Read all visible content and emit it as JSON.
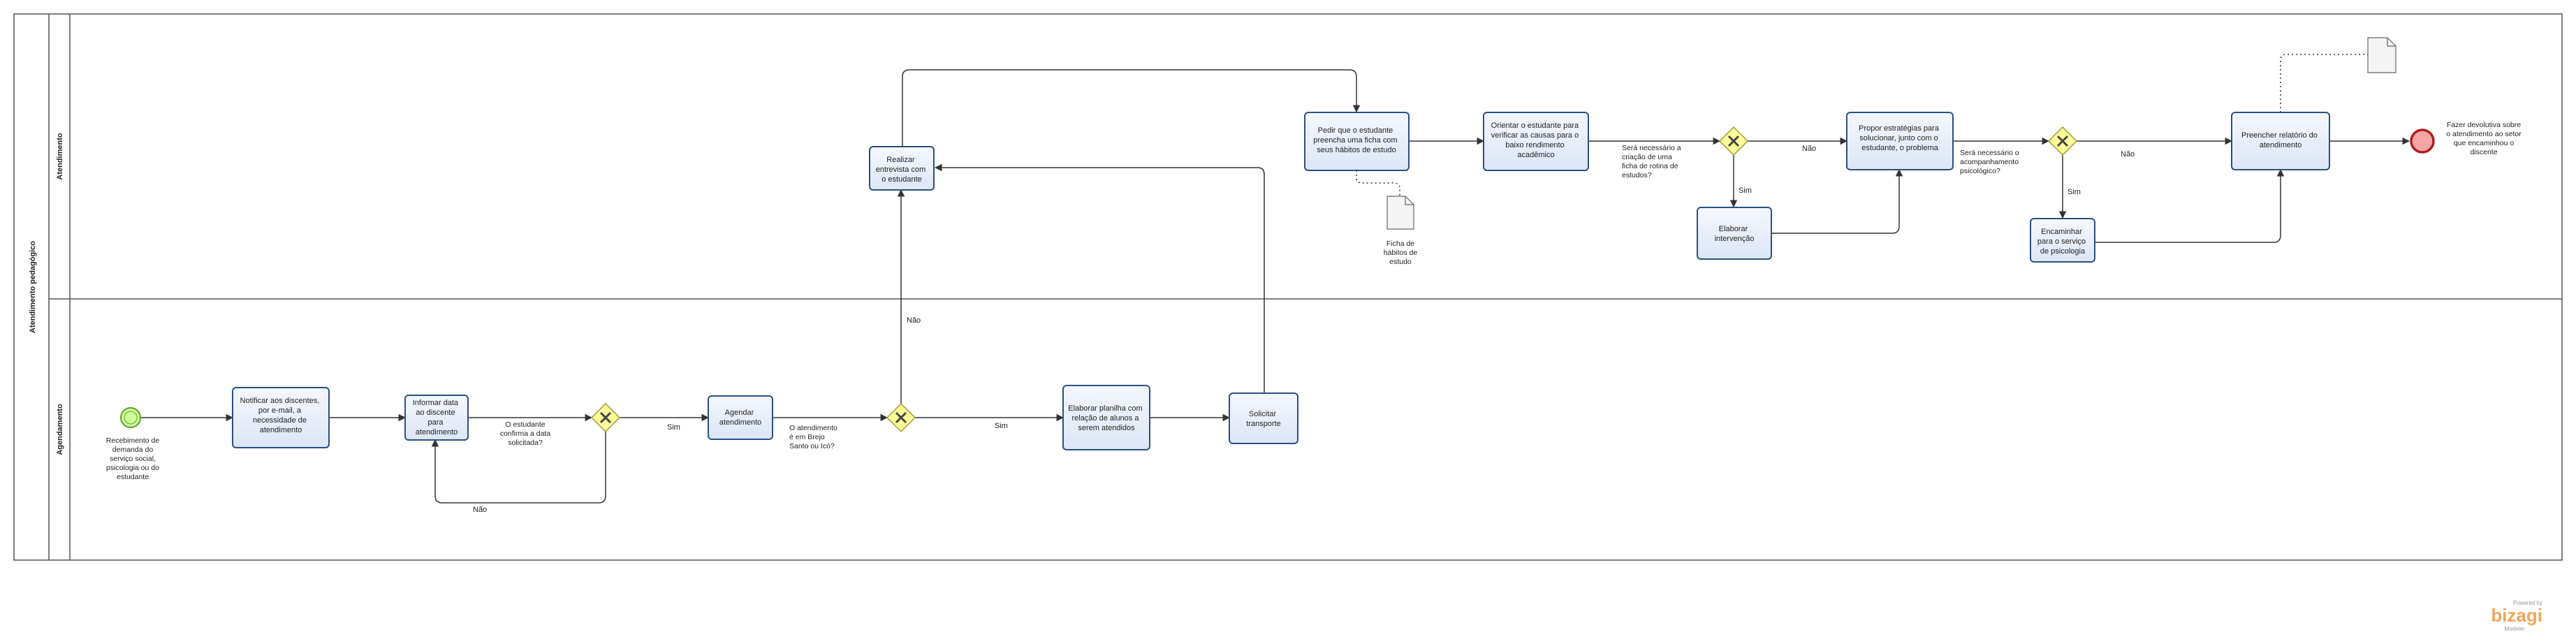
{
  "pool": {
    "label": "Atendimento pedagógico"
  },
  "lanes": [
    {
      "id": "atendimento",
      "label": "Atendimento"
    },
    {
      "id": "agendamento",
      "label": "Agendamento"
    }
  ],
  "events": {
    "start": {
      "label": [
        "Recebimento de",
        "demanda do",
        "serviço social,",
        "psicologia ou do",
        "estudante"
      ]
    },
    "end": {
      "label": [
        "Fazer devolutiva sobre",
        "o atendimento ao setor",
        "que encaminhou o",
        "discente"
      ]
    }
  },
  "tasks": {
    "notificar": [
      "Notificar aos discentes,",
      "por e-mail, a",
      "necessidade de",
      "atendimento"
    ],
    "informar": [
      "Informar data",
      "ao discente",
      "para",
      "atendimento"
    ],
    "agendar": [
      "Agendar",
      "atendimento"
    ],
    "elaborar_planilha": [
      "Elaborar planilha com",
      "relação de alunos a",
      "serem atendidos"
    ],
    "solicitar_transporte": [
      "Solicitar",
      "transporte"
    ],
    "realizar_entrevista": [
      "Realizar",
      "entrevista com",
      "o estudante"
    ],
    "pedir_ficha": [
      "Pedir que o estudante",
      "preencha uma ficha com",
      "seus hábitos de estudo"
    ],
    "orientar": [
      "Orientar o estudante para",
      "verificar as causas para o",
      "baixo rendimento",
      "acadêmico"
    ],
    "elaborar_intervencao": [
      "Elaborar",
      "intervenção"
    ],
    "propor_estrategias": [
      "Propor estratégias para",
      "solucionar, junto com o",
      "estudante, o problema"
    ],
    "encaminhar": [
      "Encaminhar",
      "para o serviço",
      "de psicologia"
    ],
    "preencher_relatorio": [
      "Preencher relatório do",
      "atendimento"
    ]
  },
  "gateways": {
    "confirma_data": [
      "O estudante",
      "confirma a data",
      "solicitada?"
    ],
    "brejo_santo": [
      "O atendimento",
      "é em Brejo",
      "Santo ou Icó?"
    ],
    "ficha_rotina": [
      "Será necessário a",
      "criação de uma",
      "ficha de rotina de",
      "estudos?"
    ],
    "acompanhamento_psico": [
      "Será necessário o",
      "acompanhamento",
      "psicológico?"
    ]
  },
  "flow_labels": {
    "sim": "Sim",
    "nao": "Não"
  },
  "artifacts": {
    "ficha_habitos": [
      "Ficha  de",
      "hábitos de",
      "estudo"
    ]
  },
  "branding": {
    "powered_by": "Powered by",
    "logo": "bizagi",
    "product": "Modeler"
  },
  "colors": {
    "task_fill": "#e8eefa",
    "task_stroke": "#2c4f82",
    "gateway_fill": "#ffff99",
    "gateway_stroke": "#9b9b3c",
    "start_fill": "#ccff99",
    "start_stroke": "#5e9e2a",
    "end_fill": "#f4a6a6",
    "end_stroke": "#b01c1c",
    "line": "#333333",
    "logo": "#f2a55c"
  }
}
